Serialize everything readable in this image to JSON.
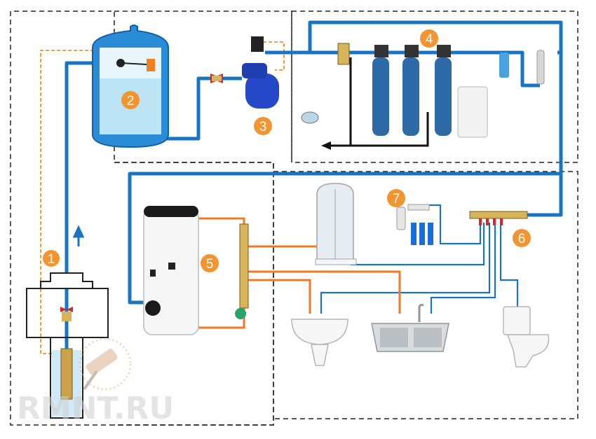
{
  "colors": {
    "water_pipe": "#1a74c2",
    "hot_pipe": "#f07a2a",
    "control_line": "#f0902a",
    "zone_border": "#222222",
    "badge": "#f29430",
    "tank_blue": "#2a8bd6",
    "tank_water": "#bde4f5",
    "filter_blue": "#2e6aa8",
    "watermark": "#cfcfcf"
  },
  "badges": [
    {
      "id": "well-pump",
      "text": "1"
    },
    {
      "id": "storage-tank",
      "text": "2"
    },
    {
      "id": "pump-station",
      "text": "3"
    },
    {
      "id": "filtration",
      "text": "4"
    },
    {
      "id": "boiler",
      "text": "5"
    },
    {
      "id": "manifold",
      "text": "6"
    },
    {
      "id": "reverse-osmosis",
      "text": "7"
    }
  ],
  "watermark": {
    "text": "RMNT.RU"
  },
  "icons": [
    "arrow-up-icon",
    "drain-arrow-icon",
    "paint-roller-logo-icon"
  ]
}
